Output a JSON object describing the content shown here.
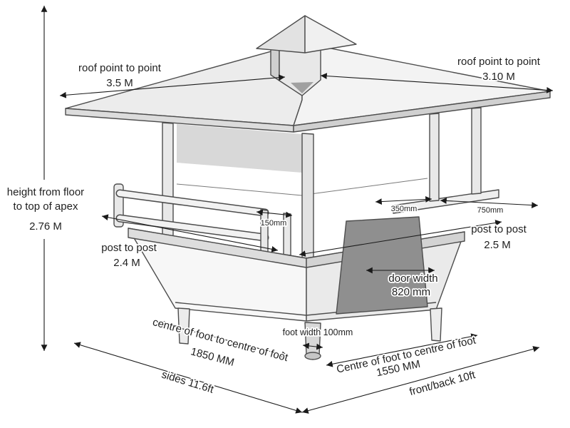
{
  "diagram": {
    "subject": "gazebo-kiosk dimensions drawing",
    "colors": {
      "background": "#ffffff",
      "ink": "#1a1a1a",
      "outline": "#4d4d4d",
      "door_shade": "#8f8f8f"
    }
  },
  "dimensions": {
    "roof_left": {
      "label": "roof point to point",
      "value": "3.5 M"
    },
    "roof_right": {
      "label": "roof point to point",
      "value": "3.10 M"
    },
    "height": {
      "label_line1": "height from floor",
      "label_line2": "to top of apex",
      "value": "2.76 M"
    },
    "post_to_post_left": {
      "label": "post to post",
      "value": "2.4 M"
    },
    "post_to_post_right": {
      "label": "post to post",
      "value": "2.5 M"
    },
    "rail_gap": {
      "value": "150mm"
    },
    "counter_depth": {
      "value": "350mm"
    },
    "counter_width": {
      "value": "750mm"
    },
    "door": {
      "label": "door width",
      "value": "820 mm"
    },
    "feet_sides": {
      "label": "centre of foot to centre of foot",
      "value": "1850 MM"
    },
    "foot_width": {
      "label": "foot width 100mm"
    },
    "feet_front": {
      "label": "Centre of foot to centre of foot",
      "value": "1550 MM"
    },
    "side_length": {
      "label": "sides 11.6ft"
    },
    "front_back_length": {
      "label": "front/back 10ft"
    }
  }
}
